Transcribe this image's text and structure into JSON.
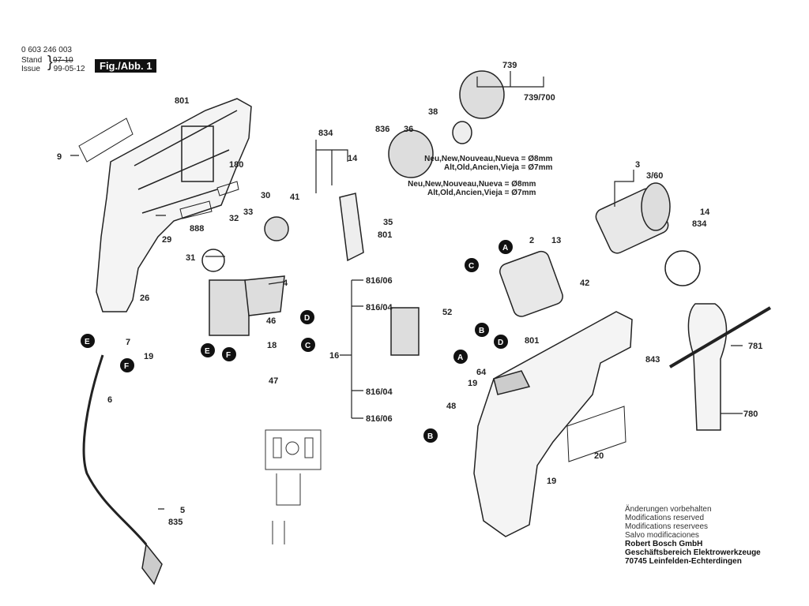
{
  "header": {
    "part_number": "0 603 246 003",
    "stand_label": "Stand",
    "issue_label": "Issue",
    "old_date_struck": "97-10",
    "issue_date": "99-05-12",
    "figure_label": "Fig./Abb. 1"
  },
  "notes": {
    "note1_new": "Neu,New,Nouveau,Nueva = Ø8mm",
    "note1_old": "Alt,Old,Ancien,Vieja = Ø7mm",
    "note2_new": "Neu,New,Nouveau,Nueva = Ø8mm",
    "note2_old": "Alt,Old,Ancien,Vieja = Ø7mm"
  },
  "part_labels": {
    "p801a": "801",
    "p9": "9",
    "p180": "180",
    "p888": "888",
    "p29": "29",
    "p30": "30",
    "p32": "32",
    "p33": "33",
    "p31": "31",
    "p41": "41",
    "p834a": "834",
    "p14a": "14",
    "p35": "35",
    "p801b": "801",
    "p836": "836",
    "p36": "36",
    "p38": "38",
    "p739": "739",
    "p739_700": "739/700",
    "p3": "3",
    "p3_60": "3/60",
    "p14b": "14",
    "p834b": "834",
    "p2": "2",
    "p13": "13",
    "p42": "42",
    "p26": "26",
    "p7": "7",
    "p19a": "19",
    "p4": "4",
    "p46": "46",
    "p18": "18",
    "p47": "47",
    "p6": "6",
    "p5": "5",
    "p835": "835",
    "p816_06a": "816/06",
    "p816_04a": "816/04",
    "p16": "16",
    "p816_04b": "816/04",
    "p816_06b": "816/06",
    "p52": "52",
    "p64": "64",
    "p19b": "19",
    "p48": "48",
    "p801c": "801",
    "p843": "843",
    "p20": "20",
    "p19c": "19",
    "p781": "781",
    "p780": "780"
  },
  "connectors": [
    "A",
    "B",
    "C",
    "D",
    "E",
    "F"
  ],
  "footer": {
    "line1": "Änderungen vorbehalten",
    "line2": "Modifications reserved",
    "line3": "Modifications reservees",
    "line4": "Salvo modificaciones",
    "company": "Robert Bosch GmbH",
    "division": "Geschäftsbereich Elektrowerkzeuge",
    "address": "70745 Leinfelden-Echterdingen"
  }
}
